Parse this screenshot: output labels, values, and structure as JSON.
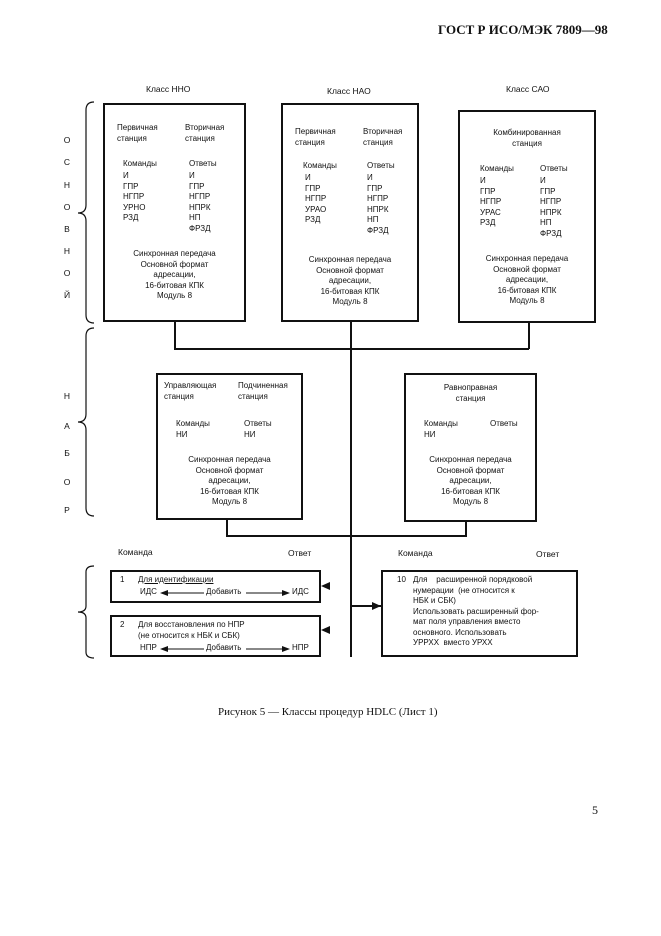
{
  "header": {
    "doc_code": "ГОСТ Р ИСО/МЭК 7809—98"
  },
  "classes": [
    {
      "label": "Класс ННО",
      "left_title": "Первичная\nстанция",
      "right_title": "Вторичная\nстанция",
      "left_head": "Команды",
      "right_head": "Ответы",
      "left_items": "И\nГПР\nНГПР\nУРНО\nРЗД",
      "right_items": "И\nГПР\nНГПР\nНПРК\nНП\nФРЗД",
      "footer": "Синхронная передача\nОсновной формат\nадресации,\n16-битовая КПК\nМодуль 8"
    },
    {
      "label": "Класс НАО",
      "left_title": "Первичная\nстанция",
      "right_title": "Вторичная\nстанция",
      "left_head": "Команды",
      "right_head": "Ответы",
      "left_items": "И\nГПР\nНГПР\nУРАО\nРЗД",
      "right_items": "И\nГПР\nНГПР\nНПРК\nНП\nФРЗД",
      "footer": "Синхронная передача\nОсновной формат\nадресации,\n16-битовая КПК\nМодуль 8"
    },
    {
      "label": "Класс САО",
      "title": "Комбинированная\nстанция",
      "left_head": "Команды",
      "right_head": "Ответы",
      "left_items": "И\nГПР\nНГПР\nУРАС\nРЗД",
      "right_items": "И\nГПР\nНГПР\nНПРК\nНП\nФРЗД",
      "footer": "Синхронная передача\nОсновной формат\nадресации,\n16-битовая КПК\nМодуль 8"
    }
  ],
  "sides": {
    "left_word": [
      "О",
      "С",
      "Н",
      "О",
      "В",
      "Н",
      "О",
      "Й"
    ],
    "right_word": [
      "Н",
      "А",
      "Б",
      "О",
      "Р"
    ]
  },
  "mid": [
    {
      "left_title": "Управляющая\nстанция",
      "right_title": "Подчиненная\nстанция",
      "left_head": "Команды\nНИ",
      "right_head": "Ответы\nНИ",
      "footer": "Синхронная передача\nОсновной формат\nадресации,\n16-битовая КПК\nМодуль 8"
    },
    {
      "title": "Равноправная\nстанция",
      "left_head": "Команды\nНИ",
      "right_head": "Ответы",
      "footer": "Синхронная передача\nОсновной формат\nадресации,\n16-битовая КПК\nМодуль 8"
    }
  ],
  "columns": {
    "cmd_left": "Команда",
    "resp_left": "Ответ",
    "cmd_right": "Команда",
    "resp_right": "Ответ"
  },
  "options": [
    {
      "num": "1",
      "text": "Для идентификации",
      "from": "ИДС",
      "action": "Добавить",
      "to": "ИДС"
    },
    {
      "num": "2",
      "text": "Для восстановления по НПР\n(не относится к НБК и СБК)",
      "from": "НПР",
      "action": "Добавить",
      "to": "НПР"
    },
    {
      "num": "10",
      "text": "Для    расширенной порядковой\nнумерации  (не относится к\nНБК и СБК)\nИспользовать расширенный фор-\nмат поля управления вместо\nосновного. Использовать\nУРРХХ  вместо УРХХ"
    }
  ],
  "caption": "Рисунок 5 — Классы процедур HDLC (Лист 1)",
  "page_number": "5"
}
